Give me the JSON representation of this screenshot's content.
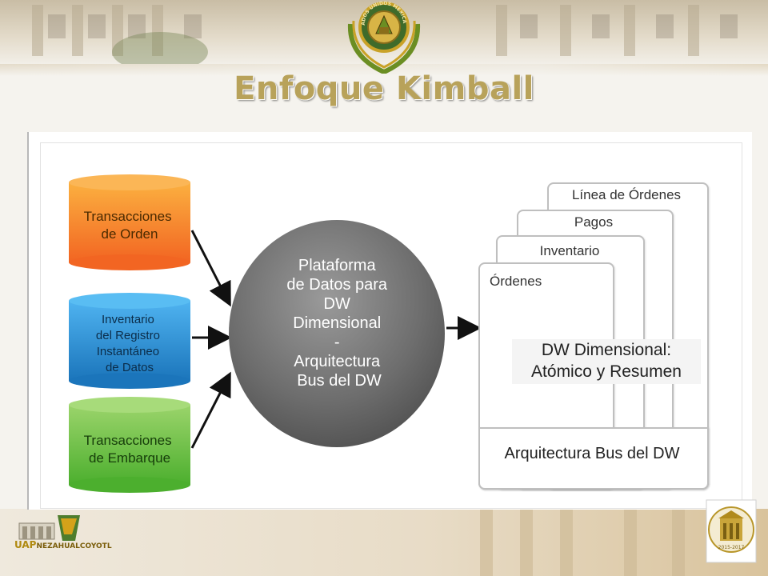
{
  "slide": {
    "title": "Enfoque Kimball"
  },
  "crest": {
    "motto": "ESTADOS UNIDOS MEXICANOS"
  },
  "diagram": {
    "sources": [
      {
        "label_lines": [
          "Transacciones",
          "de Orden"
        ],
        "color": "#f7941d"
      },
      {
        "label_lines": [
          "Inventario",
          "del Registro",
          "Instantáneo",
          "de Datos"
        ],
        "color": "#2f8fd1"
      },
      {
        "label_lines": [
          "Transacciones",
          "de Embarque"
        ],
        "color": "#6cc24a"
      }
    ],
    "platform": {
      "label_lines": [
        "Plataforma",
        "de Datos para",
        "DW",
        "Dimensional",
        "-",
        "Arquitectura",
        "Bus del DW"
      ]
    },
    "datamarts": [
      "Línea de Órdenes",
      "Pagos",
      "Inventario",
      "Órdenes"
    ],
    "dw_label_lines": [
      "DW Dimensional:",
      "Atómico y Resumen"
    ],
    "bus_label": "Arquitectura Bus del DW"
  },
  "footer": {
    "left_logo_text_big": "UAP",
    "left_logo_text_small": "NEZAHUALCOYOTL",
    "right_seal_years": "2015-2017"
  },
  "colors": {
    "title": "#b8a25a",
    "arrow": "#111111",
    "box_border": "#bfbfbf"
  }
}
